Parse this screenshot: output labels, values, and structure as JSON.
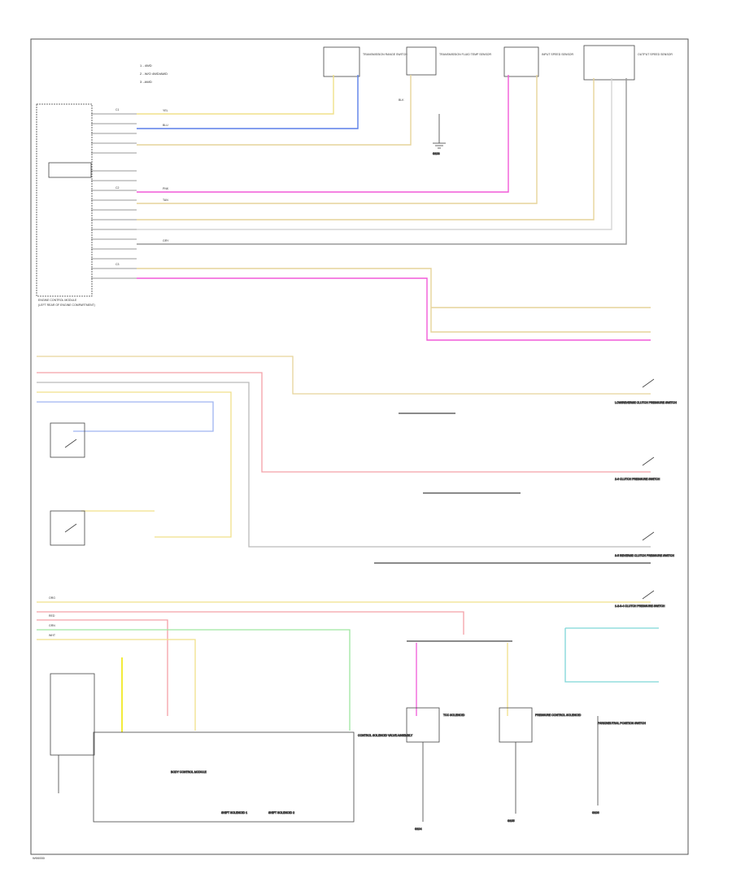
{
  "figure_id": "W00000",
  "colors": {
    "border": "#555555",
    "wire_black": "#444444",
    "wire_gray": "#9a9a9a",
    "wire_yellow": "#f0e08a",
    "wire_tan": "#e6d49a",
    "wire_pink": "#f25ad8",
    "wire_blue": "#5b7fe8",
    "wire_red": "#f3a0a8",
    "wire_green": "#9fe6a0",
    "wire_teal": "#7ed6d8",
    "wire_lightblue": "#9fb4f0",
    "wire_bright_yellow": "#f2ec3c",
    "wire_ltgray": "#d6d6d6"
  },
  "labels": {
    "legend_1": "1 - 4WD",
    "legend_2": "2 - W/O 4WD/AWD",
    "legend_3": "3 - AWD",
    "engine_module": "ENGINE CONTROL MODULE",
    "module_note": "(LEFT REAR OF ENGINE COMPARTMENT)",
    "trans_range_switch": "TRANSMISSION RANGE SWITCH",
    "trans_fluid_temp": "TRANSMISSION FLUID TEMP SENSOR",
    "input_speed": "INPUT SPEED SENSOR",
    "output_speed": "OUTPUT SPEED SENSOR",
    "body_control": "BODY CONTROL MODULE",
    "clutch_1": "LOW/REVERSE CLUTCH PRESSURE SWITCH",
    "clutch_2": "2-6 CLUTCH PRESSURE SWITCH",
    "clutch_3": "3-5 REVERSE CLUTCH PRESSURE SWITCH",
    "clutch_4": "1-2-3-4 CLUTCH PRESSURE SWITCH",
    "solenoid_body": "CONTROL SOLENOID VALVE ASSEMBLY",
    "shift_solenoid_1": "SHIFT SOLENOID 1",
    "shift_solenoid_2": "SHIFT SOLENOID 2",
    "tcc_solenoid": "TCC SOLENOID",
    "pressure_control": "PRESSURE CONTROL SOLENOID",
    "neutral_sw": "PARK/NEUTRAL POSITION SWITCH",
    "ground_1": "G103",
    "ground_2": "G104",
    "ground_3": "G105",
    "ground_4": "G106",
    "connector_c1": "C1",
    "connector_c2": "C2",
    "connector_c3": "C3",
    "wire_blk": "BLK",
    "wire_yel": "YEL",
    "wire_pnk": "PNK",
    "wire_blu": "BLU",
    "wire_gry": "GRY",
    "wire_tan": "TAN",
    "wire_grn": "GRN",
    "wire_red": "RED",
    "wire_org": "ORG",
    "wire_wht": "WHT"
  }
}
